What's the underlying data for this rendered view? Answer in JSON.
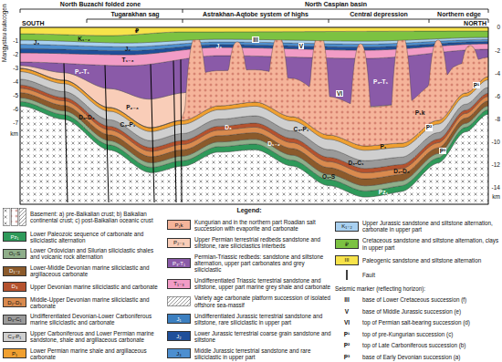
{
  "diagram": {
    "labels": [
      "Mangystau aulacogen",
      "North Buzachi folded zone",
      "North Caspian basin",
      "Tugarakhan sag",
      "Astrakhan-Aqtobe system of highs",
      "Central depression",
      "Northern edge",
      "SOUTH",
      "NORTH",
      "-1",
      "-2",
      "-3",
      "-4",
      "-5",
      "-6",
      "-7",
      "km",
      "0",
      "-2",
      "-4",
      "-6",
      "-8",
      "-10",
      "-12",
      "-14",
      "km",
      "₽",
      "K₁₋₂",
      "III",
      "J₃",
      "J₂",
      "V",
      "J₁",
      "T₁₋₃",
      "P₂-T₁",
      "P₃-T₁",
      "P₂₋₃",
      "VI",
      "P₁k",
      "P₁",
      "P¹",
      "C₃-P₁",
      "P²",
      "D₃-C₁",
      "D₃",
      "D₂-D₃",
      "D₁₋₂",
      "O₁-S",
      "Pz₁",
      "P³",
      "C₃-P₁",
      "D₂-D₃",
      "Legend:",
      "Seismic marker (reflecting horizon):",
      "Pz₁",
      "O₁-S",
      "D₁₋₂",
      "D₃",
      "D₂-D₃",
      "D₃-C₁",
      "C₃-P₁",
      "P₁",
      "P₁k",
      "P₂₋₃",
      "P₃-T₁",
      "T₁₋₃",
      "J",
      "J₁",
      "J₂",
      "J₃",
      "K₁₋₂",
      "₽",
      "III",
      "V",
      "VI",
      "P¹",
      "P²",
      "P³"
    ],
    "legend": [
      {
        "text": "Basement: a) pre-Baikalian crust; b) Baikalian continental crust; c) post-Baikalian oceanic crust"
      },
      {
        "text": "Lower Paleozoic sequence of carbonate and siliciclastic alternation",
        "color": "#2e9a5a"
      },
      {
        "text": "Lower Ordovician and Silurian siliciclastic shales and volcanic rock alternation",
        "color": "#8fae8a"
      },
      {
        "text": "Lower-Middle Devonian marine siliciclastic and argillaceous carbonate",
        "color": "#8b5a2b"
      },
      {
        "text": "Upper Devonian marine siliciclastic and carbonate",
        "color": "#b5522e"
      },
      {
        "text": "Middle-Upper Devonian marine siliciclastic and carbonate",
        "color": "#d98a4e"
      },
      {
        "text": "Undifferentiated Devonian-Lower Carboniferous marine siliciclastic and carbonate",
        "color": "#9a9a9a"
      },
      {
        "text": "Upper Carboniferous and Lower Permian marine sandstone, shale and argillaceous carbonate",
        "color": "#cfcfcf"
      },
      {
        "text": "Lower Permian marine shale and argillaceous carbonate",
        "color": "#f0a030"
      },
      {
        "text": "Kungurian and in the northern part Roadian salt succession with evaporite and carbonate",
        "color": "#f5b49a"
      },
      {
        "text": "Upper Permian terrestrial redbeds sandstone and siltstone, rare siliciclastics interbeds",
        "color": "#f9cdb8"
      },
      {
        "text": "Permian-Triassic redbeds: sandstone and siltstone alternation, upper part carbonates and grey siliciclastic",
        "color": "#8a5aa8"
      },
      {
        "text": "Undifferentiated Triassic terrestrial sandstone and siltstone, upper part marine grey shale and carbonate",
        "color": "#f29cc6"
      },
      {
        "text": "Variety age carbonate platform succession of isolated offshore sea-massif"
      },
      {
        "text": "Undifferentiated Jurassic terrestrial sandstone and siltstone, rare siliciclastic in upper part",
        "color": "#3c7fc0"
      },
      {
        "text": "Lower Jurassic terrestrial coarse grain sandstone and siltstone",
        "color": "#1f4f9a"
      },
      {
        "text": "Middle Jurassic terrestrial sandstone and rare siliciclastic in upper part",
        "color": "#4d8fd0"
      },
      {
        "text": "Upper Jurassic sandstone and siltstone alternation, carbonate in upper part",
        "color": "#a8d0f0"
      },
      {
        "text": "Cretaceous sandstone and siltstone alternation, clays in upper part",
        "color": "#7cc242"
      },
      {
        "text": "Paleogenic sandstone and siltstone alternation",
        "color": "#f7e34a"
      },
      {
        "text": "Fault"
      },
      {
        "text": "base of Lower Cretaceous succession (f)"
      },
      {
        "text": "base of Middle Jurassic succession (e)"
      },
      {
        "text": "top of Permian salt-bearing succession (d)"
      },
      {
        "text": "top of pre-Kungurian succession (c)"
      },
      {
        "text": "top of Late Carboniferous succession (b)"
      },
      {
        "text": "base of Early Devonian succession (a)"
      }
    ]
  }
}
